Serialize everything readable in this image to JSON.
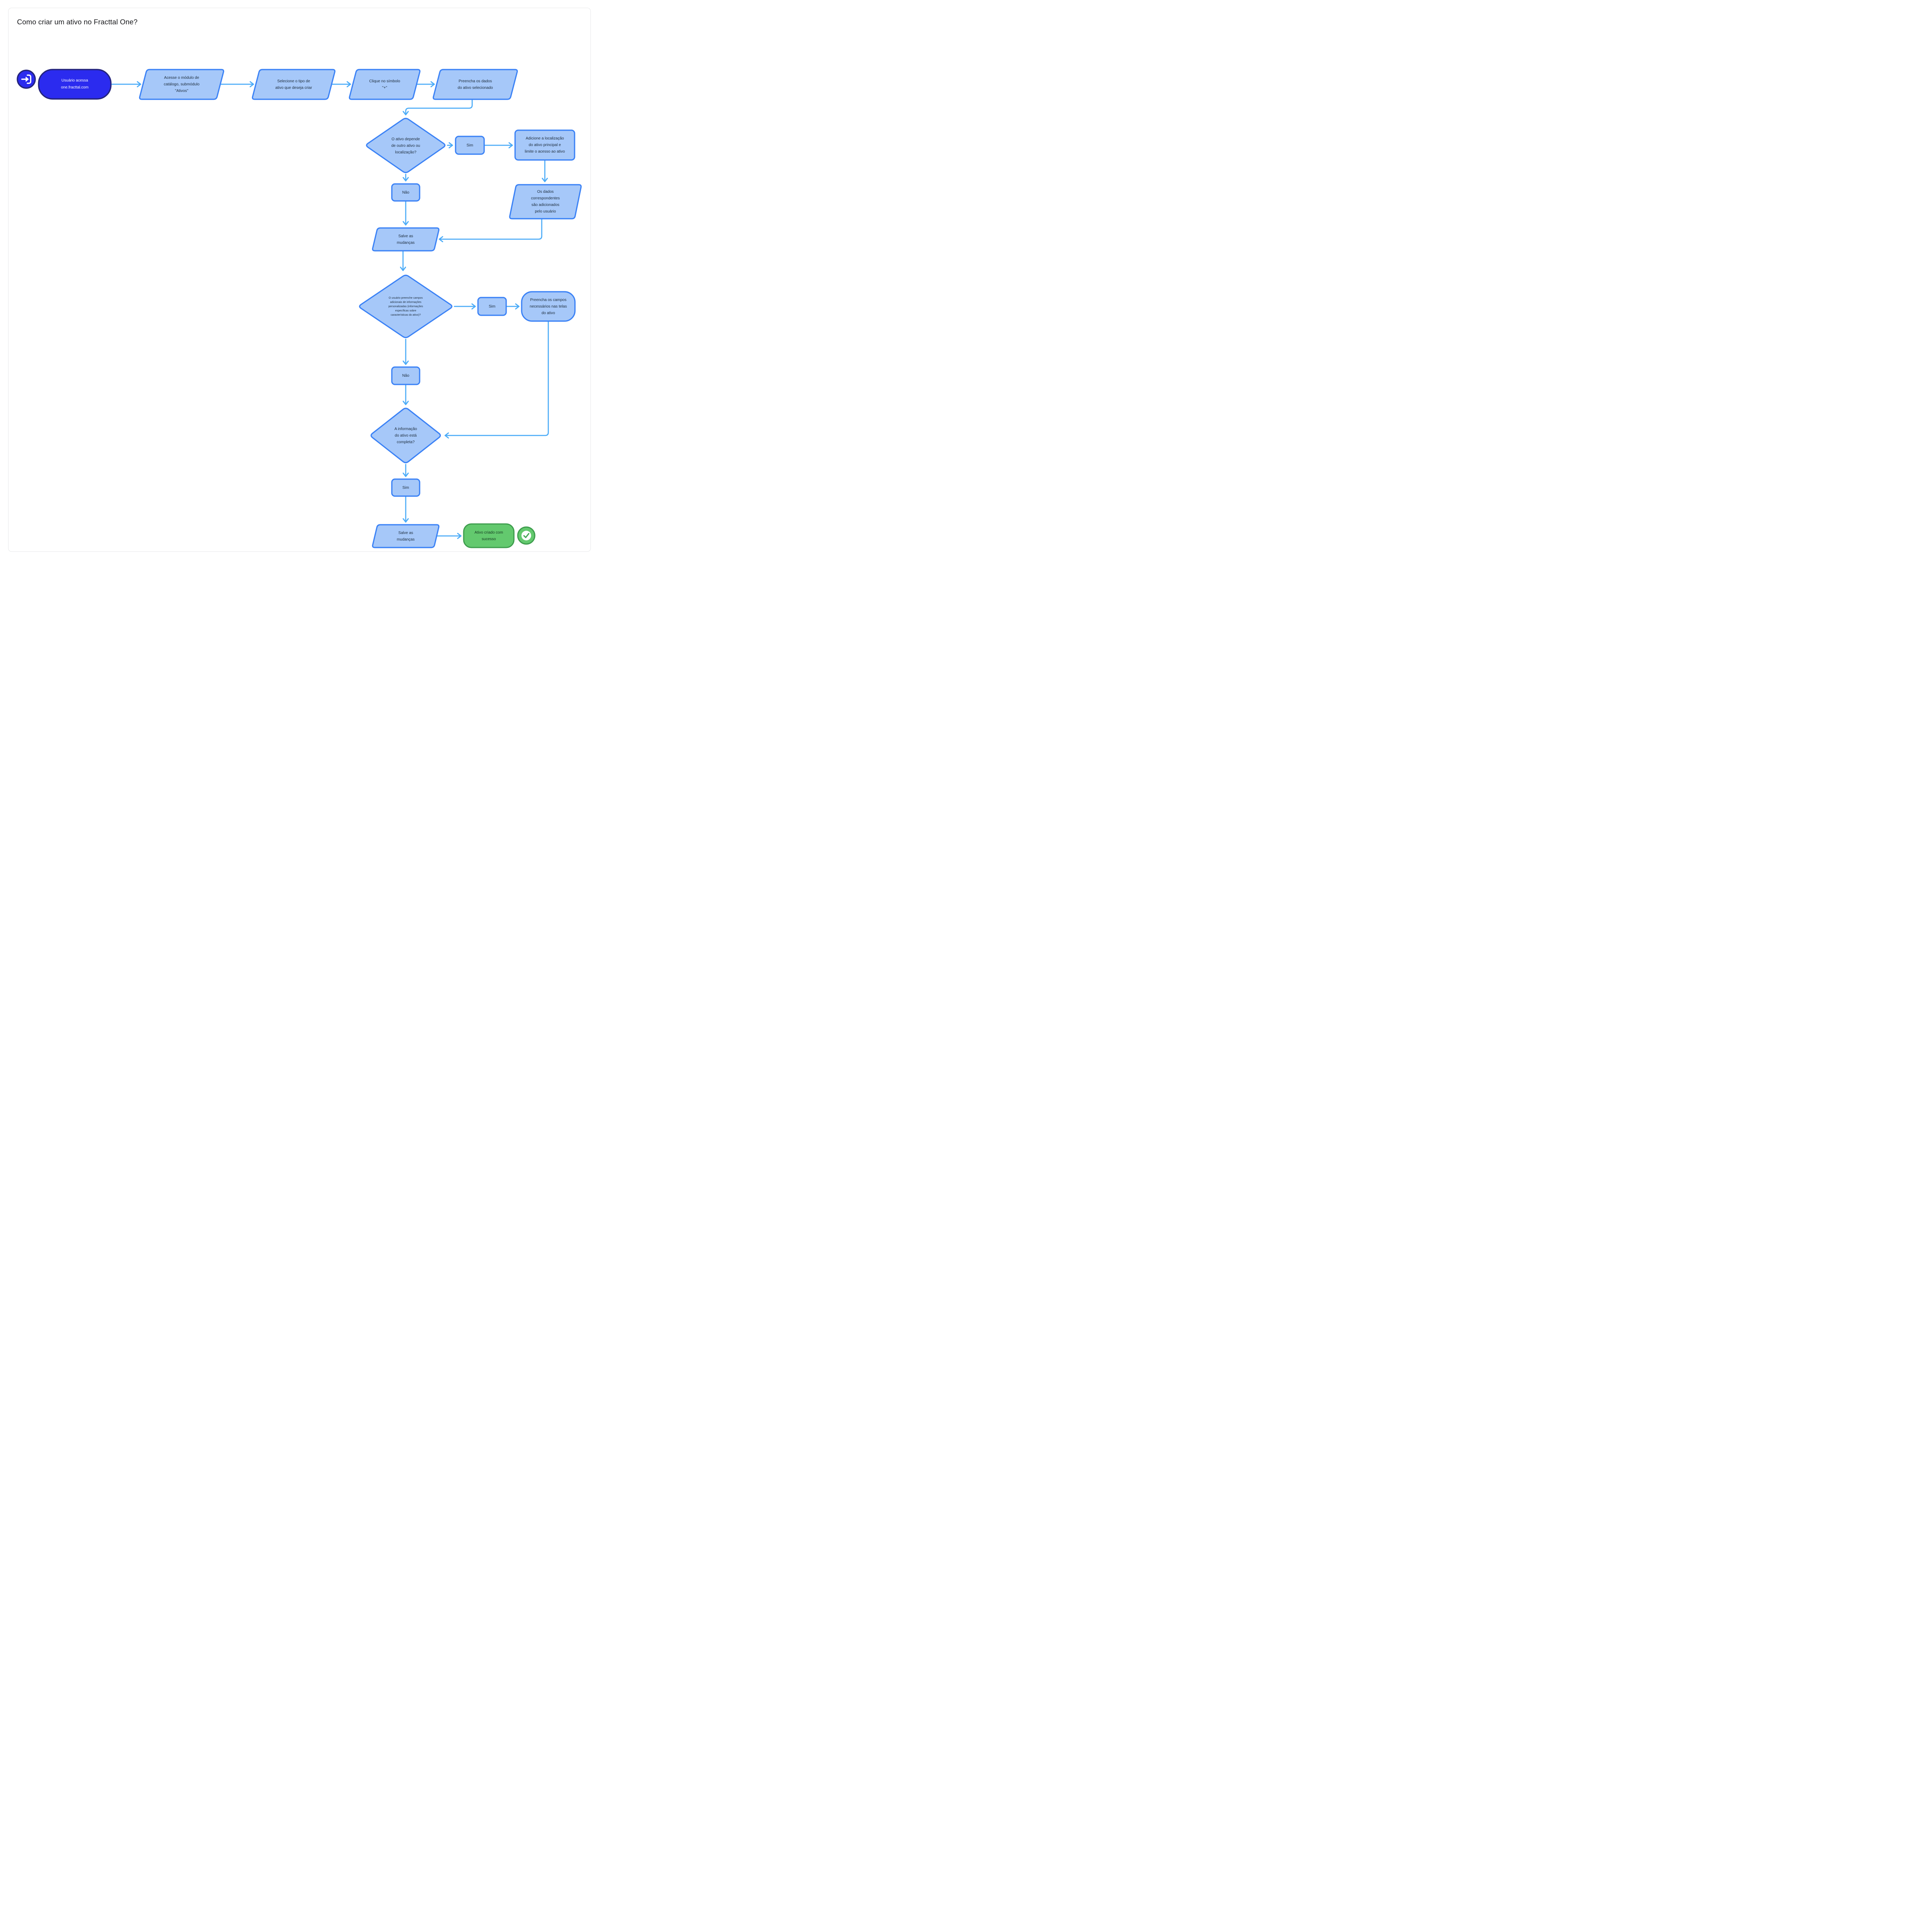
{
  "page": {
    "title": "Como criar um ativo no Fracttal One?"
  },
  "colors": {
    "card_border": "#e6e7e9",
    "shape_fill": "#a6c8f9",
    "shape_border": "#3b82f6",
    "connector": "#4aabf8",
    "brand_blue_fill": "#2b2bef",
    "brand_blue_border": "#24247d",
    "text_dark": "#1c2b3a",
    "text_white": "#ffffff",
    "success_fill": "#63c96e",
    "success_border": "#3d9c4c",
    "success_text": "#153a21"
  },
  "nodes": {
    "start": {
      "type": "start-icon",
      "icon": "login-icon",
      "label": ""
    },
    "access": {
      "type": "terminator",
      "label": "Usuário acessa\none.fracttal.com"
    },
    "p1": {
      "type": "input",
      "label": "Acesse o módulo de\ncatálogo, submódulo\n\"Ativos\""
    },
    "p2": {
      "type": "input",
      "label": "Selecione o tipo de\nativo que deseja criar"
    },
    "p3": {
      "type": "input",
      "label": "Clique no símbolo\n\"+\""
    },
    "p4": {
      "type": "input",
      "label": "Preencha os dados\ndo ativo selecionado"
    },
    "d1": {
      "type": "decision",
      "label": "O ativo depende\nde outro ativo ou\nlocalização?"
    },
    "sim1": {
      "type": "label-box",
      "label": "Sim"
    },
    "adicione": {
      "type": "process",
      "label": "Adicione a localização\ndo ativo principal e\nlimite o acesso ao ativo"
    },
    "osdados": {
      "type": "input",
      "label": "Os dados\ncorrespondentes\nsão adicionados\npelo usuário"
    },
    "nao1": {
      "type": "label-box",
      "label": "Não"
    },
    "salve1": {
      "type": "input",
      "label": "Salve as\nmudanças"
    },
    "d2": {
      "type": "decision",
      "label": "O usuário preenche campos\nadicionais de informações\npersonalizadas (informações\nespecíficas sobre\ncaracterísticas do ativo)?"
    },
    "sim2": {
      "type": "label-box",
      "label": "Sim"
    },
    "preencha": {
      "type": "process",
      "label": "Preencha os campos\nnecessários nas telas\ndo ativo"
    },
    "nao2": {
      "type": "label-box",
      "label": "Não"
    },
    "d3": {
      "type": "decision",
      "label": "A informação\ndo ativo está\ncompleta?"
    },
    "sim3": {
      "type": "label-box",
      "label": "Sim"
    },
    "salve2": {
      "type": "input",
      "label": "Salve as\nmudanças"
    },
    "success": {
      "type": "terminator",
      "label": "Ativo criado com\nsucesso"
    },
    "check": {
      "type": "status-icon",
      "icon": "check-icon",
      "label": ""
    }
  },
  "edges": [
    {
      "from": "access",
      "to": "p1"
    },
    {
      "from": "p1",
      "to": "p2"
    },
    {
      "from": "p2",
      "to": "p3"
    },
    {
      "from": "p3",
      "to": "p4"
    },
    {
      "from": "p4",
      "to": "d1"
    },
    {
      "from": "d1",
      "to": "sim1"
    },
    {
      "from": "sim1",
      "to": "adicione"
    },
    {
      "from": "adicione",
      "to": "osdados"
    },
    {
      "from": "d1",
      "to": "nao1"
    },
    {
      "from": "nao1",
      "to": "salve1"
    },
    {
      "from": "osdados",
      "to": "salve1"
    },
    {
      "from": "salve1",
      "to": "d2"
    },
    {
      "from": "d2",
      "to": "sim2"
    },
    {
      "from": "sim2",
      "to": "preencha"
    },
    {
      "from": "preencha",
      "to": "d3"
    },
    {
      "from": "d2",
      "to": "nao2"
    },
    {
      "from": "nao2",
      "to": "d3"
    },
    {
      "from": "d3",
      "to": "sim3"
    },
    {
      "from": "sim3",
      "to": "salve2"
    },
    {
      "from": "salve2",
      "to": "success"
    }
  ]
}
